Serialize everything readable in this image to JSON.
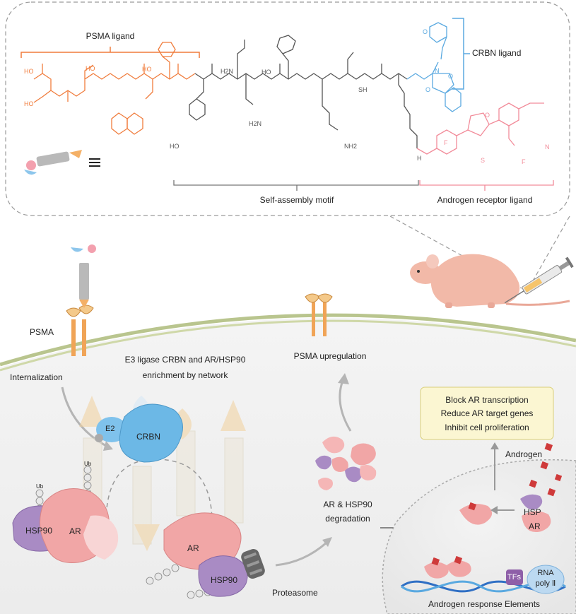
{
  "labels": {
    "psma_ligand": "PSMA ligand",
    "crbn_ligand": "CRBN ligand",
    "self_assembly": "Self-assembly motif",
    "ar_ligand": "Androgen receptor ligand",
    "psma": "PSMA",
    "internalization": "Internalization",
    "e3_line1": "E3 ligase CRBN and AR/HSP90",
    "e3_line2": "enrichment by network",
    "psma_up": "PSMA upregulation",
    "e2": "E2",
    "crbn": "CRBN",
    "hsp90_a": "HSP90",
    "ar_a": "AR",
    "ar_b": "AR",
    "hsp90_b": "HSP90",
    "degr_line1": "AR & HSP90",
    "degr_line2": "degradation",
    "proteasome": "Proteasome",
    "androgen": "Androgen",
    "hsp": "HSP",
    "ar_c": "AR",
    "tfs": "TFs",
    "rna_line1": "RNA",
    "rna_line2": "poly Ⅱ",
    "are": "Androgen response Elements",
    "ub": "Ub"
  },
  "outcome_box": {
    "lines": [
      "Block AR transcription",
      "Reduce AR target genes",
      "Inhibit cell proliferation"
    ]
  },
  "chem_atoms": {
    "hooh": "HO",
    "ho": "HO",
    "o": "O",
    "h2n": "H2N",
    "nh2": "NH2",
    "sh": "SH",
    "nh": "H",
    "n": "N",
    "f": "F",
    "s": "S",
    "cf3": "F",
    "cn": "N"
  },
  "colors": {
    "orange": "#f07c3c",
    "blue": "#5aa9e0",
    "pink": "#f28c9a",
    "gray": "#555555",
    "ar_fill": "#f1a6a6",
    "hsp90_fill": "#a98bc4",
    "crbn_fill": "#6cb8e6",
    "outcome_fill": "#fbf6d2",
    "outcome_border": "#d9cf7a"
  }
}
